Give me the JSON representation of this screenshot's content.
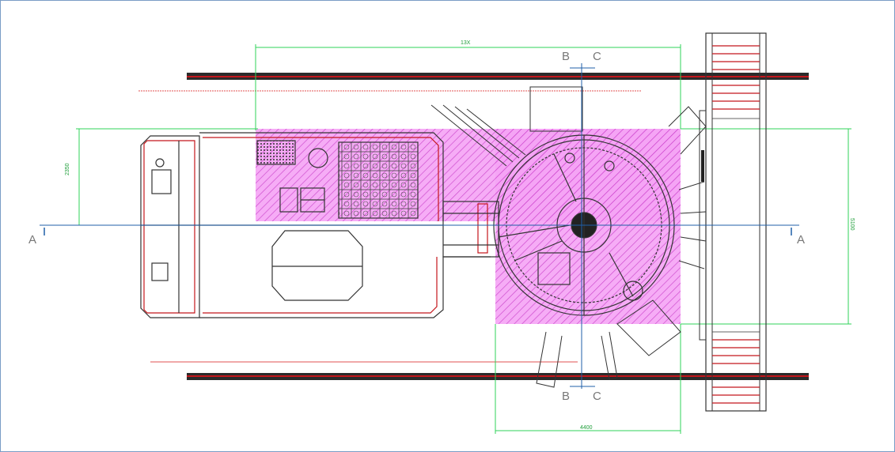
{
  "section_marks": {
    "a_left": "A",
    "a_right": "A",
    "b_top": "B",
    "c_top": "C",
    "b_bottom": "B",
    "c_bottom": "C"
  },
  "dimensions": {
    "top_width": "13X",
    "bottom_width": "4400",
    "left_height": "2350",
    "right_height": "5100"
  },
  "colors": {
    "zone_fill": "#f28cf2",
    "zone_hatch": "#d13fd1",
    "dimension_line": "#2fd35a",
    "rail_dark": "#2b2b2b",
    "rail_red": "#c4161c",
    "section_line": "#1f5fa8",
    "outline": "#333333"
  }
}
